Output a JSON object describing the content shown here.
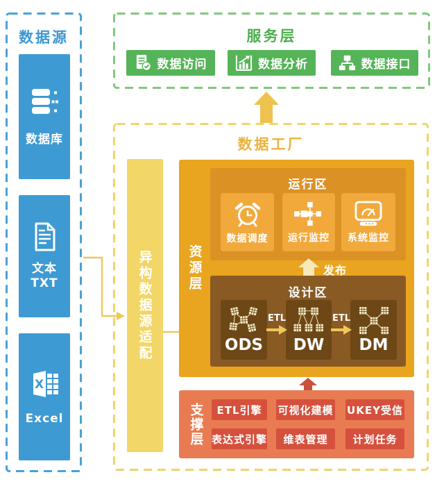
{
  "datasource": {
    "title": "数据源",
    "items": [
      {
        "label": "数据库",
        "icon": "database-icon"
      },
      {
        "label": "文本",
        "label2": "TXT",
        "icon": "text-file-icon"
      },
      {
        "label": "Excel",
        "icon": "excel-icon",
        "icon_letter": "X"
      }
    ]
  },
  "service": {
    "title": "服务层",
    "buttons": [
      {
        "label": "数据访问",
        "icon": "data-access-icon"
      },
      {
        "label": "数据分析",
        "icon": "data-analysis-icon"
      },
      {
        "label": "数据接口",
        "icon": "data-interface-icon"
      }
    ]
  },
  "factory": {
    "title": "数据工厂",
    "adapter_label": "异构数据源适配",
    "resource": {
      "label": "资源层",
      "run_zone": {
        "title": "运行区",
        "tiles": [
          {
            "label": "数据调度",
            "icon": "alarm-clock-icon"
          },
          {
            "label": "运行监控",
            "icon": "run-monitor-icon"
          },
          {
            "label": "系统监控",
            "icon": "system-monitor-icon"
          }
        ]
      },
      "publish_label": "发布",
      "design_zone": {
        "title": "设计区",
        "etl_label": "ETL",
        "tiles": [
          {
            "label": "ODS"
          },
          {
            "label": "DW"
          },
          {
            "label": "DM"
          }
        ]
      }
    },
    "support": {
      "label": "支撑层",
      "tiles": [
        "ETL引擎",
        "可视化建模",
        "UKEY受信",
        "表达式引擎",
        "维表管理",
        "计划任务"
      ]
    }
  },
  "colors": {
    "blue": "#3E9AD3",
    "blue_border": "#4AA0D8",
    "blue_title": "#3E97D1",
    "green": "#55B457",
    "green_border": "#7FC97C",
    "green_title": "#4BAE4E",
    "gold_arrow": "#EDC24E",
    "factory_border": "#F0D46A",
    "factory_title": "#EBB33C",
    "adapter_bar": "#F2D667",
    "resource_bg": "#E9A51F",
    "run_panel": "#DC9125",
    "run_tile": "#F2A93C",
    "design_panel": "#8A5A25",
    "design_tile": "#6E4716",
    "publish_arrow": "#F7E9B8",
    "etl_arrow": "#EFC75B",
    "support_bg": "#E97B52",
    "support_tile": "#D5513D",
    "red_arrow": "#C8523B"
  }
}
